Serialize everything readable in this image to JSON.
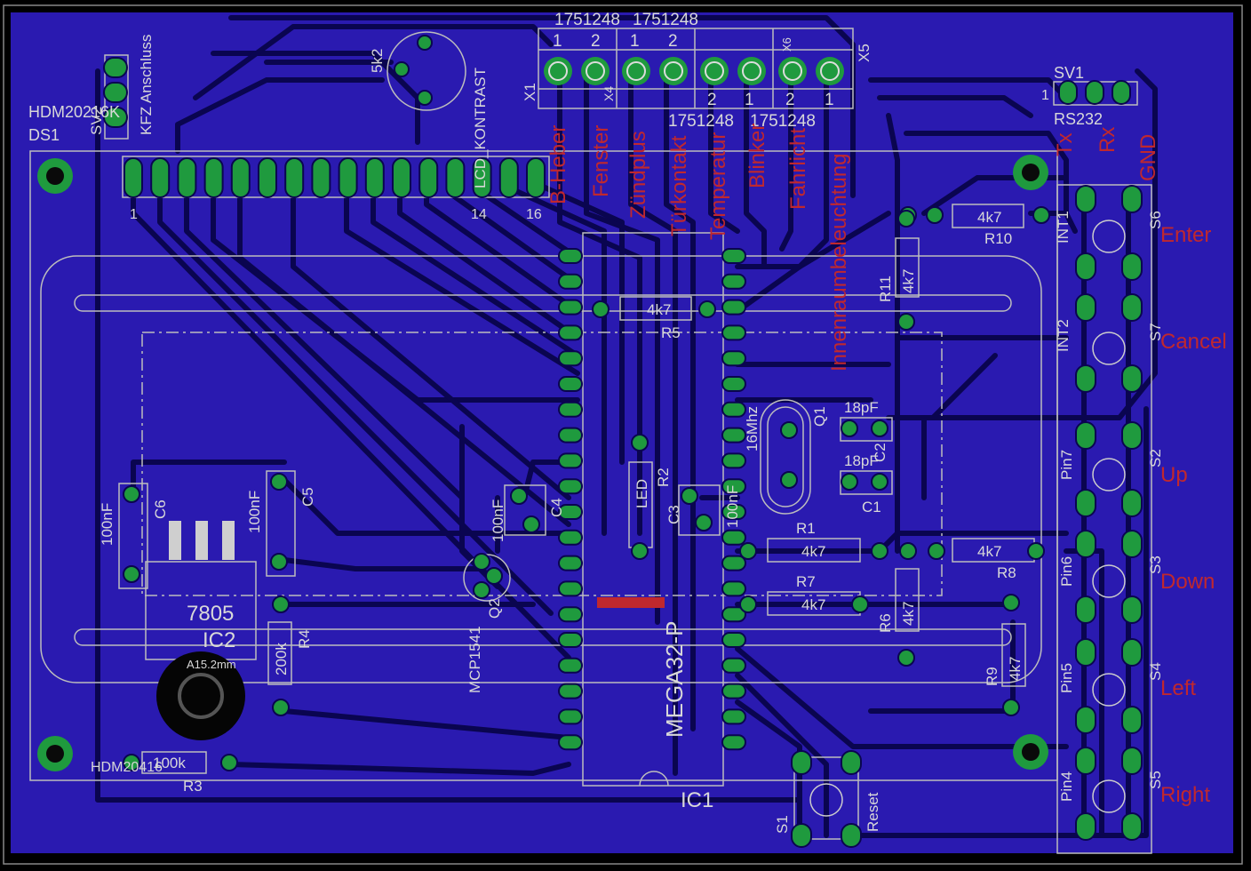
{
  "colors": {
    "background": "#000000",
    "board": "#2a1ab0",
    "copper_dark": "#1c0f86",
    "trace": "#0a0550",
    "pad": "#1f9a3e",
    "silk": "#d8d8d8",
    "label_red": "#c0282e",
    "outline": "#bdbdbd"
  },
  "silk_labels": {
    "top_numbers_a": "1751248",
    "top_numbers_b": "1751248",
    "mid_numbers_a": "1751248",
    "mid_numbers_b": "1751248",
    "x1": "X1",
    "x4": "X4",
    "x5": "X5",
    "x6": "X6",
    "pin1": "1",
    "pin2": "2",
    "pin_1_b": "1",
    "pin_2_b": "2",
    "pin_2_c": "2",
    "pin_1_c": "1",
    "pin_2_d": "2",
    "pin_1_d": "1",
    "sv1": "SV1",
    "rs232": "RS232",
    "sv1_pin1": "1",
    "sv2": "SV2",
    "kfz": "KFZ Anschluss",
    "lcd_name": "HDM20216K",
    "ds1": "DS1",
    "lcd_kontrast": "LCD_KONTRAST",
    "pot_value": "5k2",
    "lcd_pin1": "1",
    "lcd_pin14": "14",
    "lcd_pin16": "16",
    "hdm_bottom": "HDM20416",
    "r10": "R10",
    "r10v": "4k7",
    "r11": "R11",
    "r11v": "4k7",
    "r5": "R5",
    "r5v": "4k7",
    "r1": "R1",
    "r1v": "4k7",
    "r7": "R7",
    "r7v": "4k7",
    "r8": "R8",
    "r8v": "4k7",
    "r6": "R6",
    "r6v": "4k7",
    "r9": "R9",
    "r9v": "4k7",
    "r4": "R4",
    "r4v": "200k",
    "r3": "R3",
    "r3v": "100k",
    "r2": "R2",
    "led": "LED",
    "c1": "C1",
    "c1v": "18pF",
    "c2": "C2",
    "c2v": "18pF",
    "c3": "C3",
    "c3v": "100nF",
    "c4": "C4",
    "c4v": "100nF",
    "c5": "C5",
    "c5v": "100nF",
    "c6": "C6",
    "c6v": "100nF",
    "q1": "Q1",
    "q1v": "16Mhz",
    "q2": "Q2",
    "q2v": "MCP1541",
    "ic1": "IC1",
    "ic1v": "MEGA32-P",
    "ic2": "IC2",
    "ic2v": "7805",
    "buzzer": "A15.2mm",
    "s1": "S1",
    "reset": "Reset",
    "s2": "S2",
    "s3": "S3",
    "s4": "S4",
    "s5": "S5",
    "s6": "S6",
    "s7": "S7",
    "int1": "INT1",
    "int2": "INT2",
    "pin7": "Pin7",
    "pin6": "Pin6",
    "pin5": "Pin5",
    "pin4": "Pin4"
  },
  "red_labels": {
    "bheber": "B-Heber",
    "fenster": "Fenster",
    "zuendplus": "Zündplus",
    "tuerkontakt": "Türkontakt",
    "temperatur": "Temperatur",
    "blinker": "Blinker",
    "fahrlicht": "Fahrlicht",
    "innenraum": "Innenraumbeleuchtung",
    "tx": "Tx",
    "rx": "Rx",
    "gnd": "GND",
    "enter": "Enter",
    "cancel": "Cancel",
    "up": "Up",
    "down": "Down",
    "left": "Left",
    "right": "Right"
  }
}
